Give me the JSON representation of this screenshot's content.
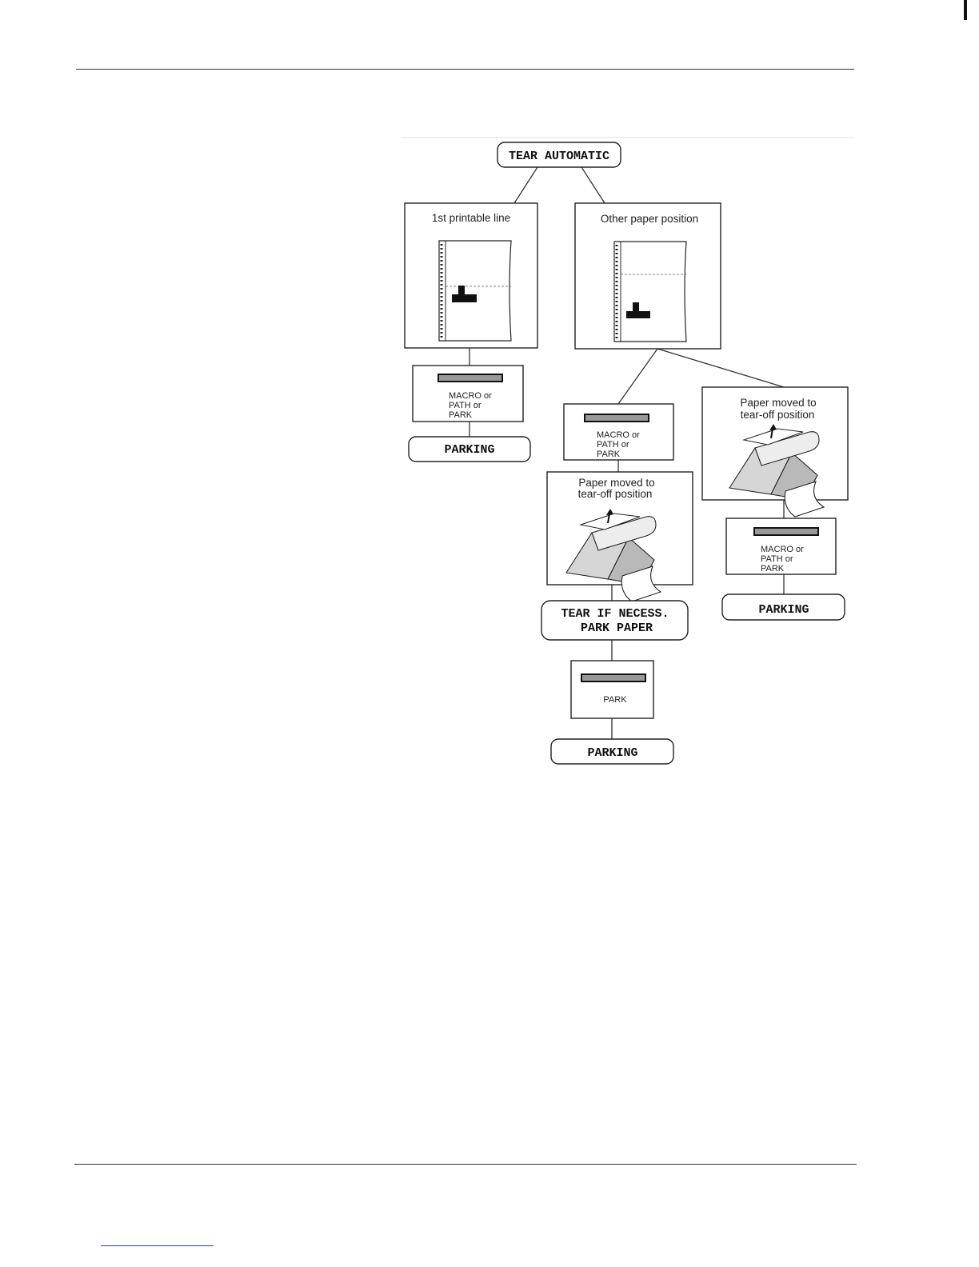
{
  "nodes": {
    "top": "TEAR AUTOMATIC",
    "first_line_box": "1st printable line",
    "other_position_box": "Other paper position",
    "macro_left": [
      "MACRO or",
      "PATH or",
      "PARK"
    ],
    "parking_left": "PARKING",
    "macro_mid": [
      "MACRO or",
      "PATH or",
      "PARK"
    ],
    "paper_moved_mid": [
      "Paper moved to",
      "tear-off position"
    ],
    "paper_moved_right": [
      "Paper moved to",
      "tear-off position"
    ],
    "macro_right": [
      "MACRO or",
      "PATH or",
      "PARK"
    ],
    "parking_right": "PARKING",
    "tear_if_necess": [
      "TEAR IF NECESS.",
      "PARK PAPER"
    ],
    "park_box": "PARK",
    "parking_bottom": "PARKING"
  },
  "icons": [
    "continuous-paper-icon",
    "printer-tear-off-icon",
    "panel-key-icon"
  ]
}
